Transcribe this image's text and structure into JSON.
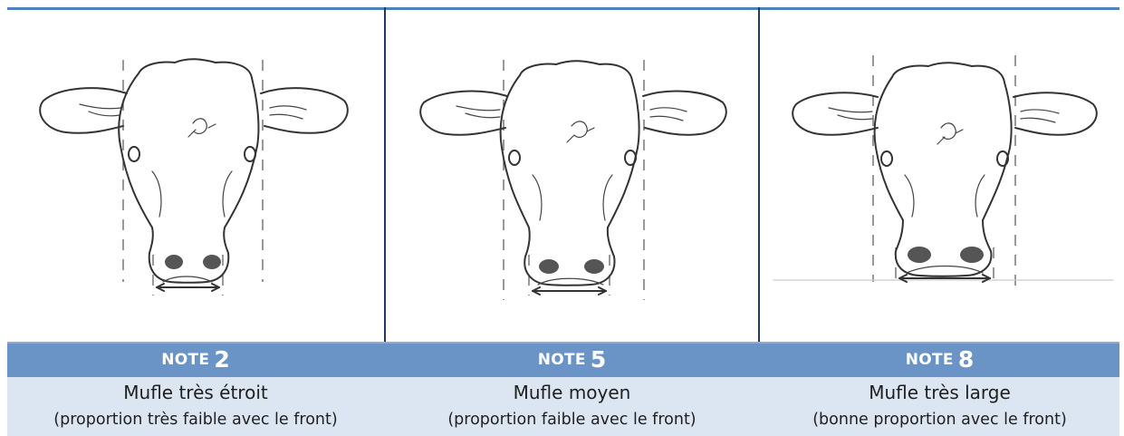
{
  "panels": [
    {
      "note_label": "NOTE",
      "note_value": "2",
      "title": "Mufle très étroit",
      "subtitle": "(proportion très faible avec le front)"
    },
    {
      "note_label": "NOTE",
      "note_value": "5",
      "title": "Mufle moyen",
      "subtitle": "(proportion faible avec le front)"
    },
    {
      "note_label": "NOTE",
      "note_value": "8",
      "title": "Mufle très large",
      "subtitle": "(bonne proportion avec le front)"
    }
  ],
  "colors": {
    "band": "#6a94c6",
    "description_bg": "#dce6f2",
    "divider": "#1f3864",
    "top_border": "#4f81bd"
  },
  "icons": [
    "cow-head-drawing-icon",
    "cow-head-drawing-icon",
    "cow-head-drawing-icon"
  ]
}
